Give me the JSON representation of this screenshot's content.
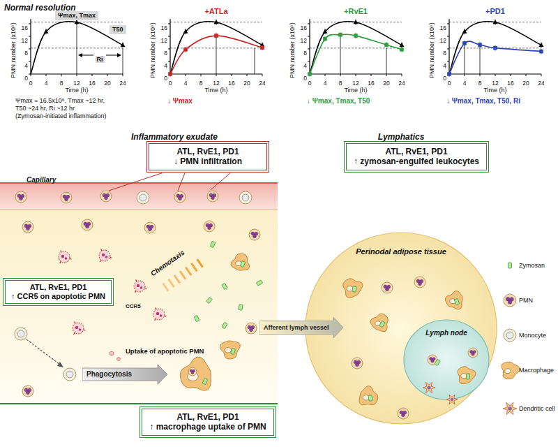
{
  "diagram": {
    "nodes": [
      {
        "text": [
          "Ψmax, Tmax"
        ]
      },
      {
        "text": [
          "T50"
        ]
      },
      {
        "text": [
          "ATL, RvE1, PD1",
          "↓ PMN infiltration"
        ]
      },
      {
        "text": [
          "ATL, RvE1, PD1",
          "↑ zymosan-engulfed leukocytes"
        ]
      },
      {
        "text": [
          "ATL, RvE1, PD1",
          "↑ CCR5 on apoptotic PMN"
        ]
      },
      {
        "text": [
          "Phagocytosis"
        ]
      },
      {
        "text": [
          "Afferent lymph vessel"
        ]
      },
      {
        "text": [
          "Perinodal adipose tissue"
        ]
      },
      {
        "text": [
          "Lymph node"
        ],
        "in": 7
      },
      {
        "text": [
          "ATL, RvE1, PD1",
          "↑ macrophage uptake of PMN"
        ]
      }
    ],
    "labels": [
      "Normal resolution",
      "+ATLa",
      "+RvE1",
      "+PD1",
      "PMN number (x10⁶)",
      "Time (h)",
      "0",
      "4",
      "8",
      "12",
      "16",
      "0",
      "4",
      "8",
      "12",
      "16",
      "20",
      "24",
      "PMN number (x10⁶)",
      "Time (h)",
      "0",
      "4",
      "8",
      "12",
      "16",
      "0",
      "4",
      "8",
      "12",
      "16",
      "20",
      "24",
      "PMN number (x10⁶)",
      "Time (h)",
      "0",
      "4",
      "8",
      "12",
      "16",
      "0",
      "4",
      "8",
      "12",
      "16",
      "20",
      "24",
      "PMN number (x10⁶)",
      "Time (h)",
      "0",
      "4",
      "8",
      "12",
      "16",
      "0",
      "4",
      "8",
      "12",
      "16",
      "20",
      "24",
      "Ri",
      "Ψmax = 16.5x10⁶, Tmax ~12 hr,",
      "T50 ~24 hr, Ri ~12 hr",
      "(Zymosan-initiated inflammation)",
      "↓ Ψmax",
      "↓ Ψmax, Tmax, T50",
      "↓ Ψmax, Tmax, T50, Ri",
      "Inflammatory exudate",
      "Lymphatics",
      "Capillary",
      "Chemotaxis",
      "CCR5",
      "Uptake of apoptotic PMN"
    ],
    "legend": [
      {
        "text": "Zymosan"
      },
      {
        "text": "PMN"
      },
      {
        "text": "Monocyte"
      },
      {
        "text": "Macrophage"
      },
      {
        "text": "Dendritic cell"
      }
    ]
  }
}
